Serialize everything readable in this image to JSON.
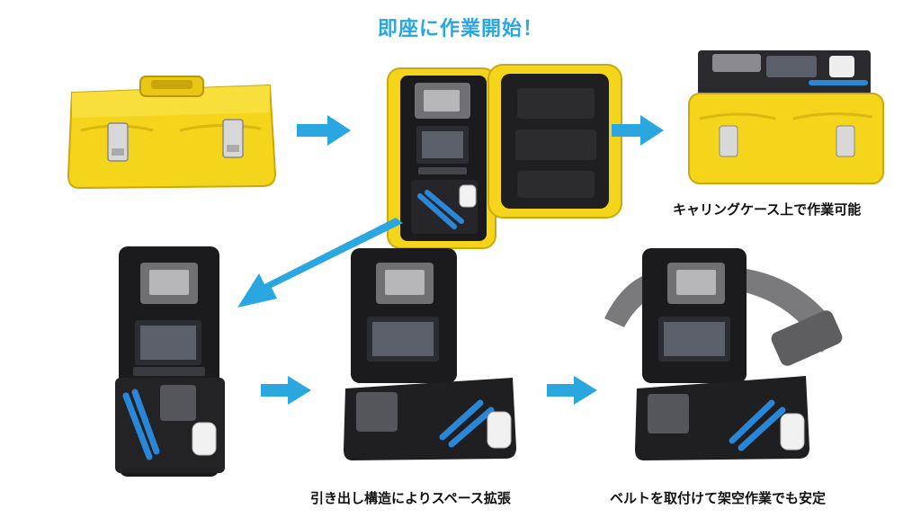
{
  "headline": "即座に作業開始！",
  "captions": {
    "carry_case_top": "キャリングケース上で作業可能",
    "slide_out": "引き出し構造によりスペース拡張",
    "belt_aerial": "ベルトを取付けて架空作業でも安定"
  },
  "colors": {
    "headline": "#2aa6e0",
    "arrow": "#2aa6e0",
    "case_yellow": "#f5d41c",
    "case_black": "#1b1b1d",
    "tool_blue": "#2a86d6"
  },
  "icons": [
    "arrow-right-icon",
    "arrow-down-left-icon"
  ]
}
